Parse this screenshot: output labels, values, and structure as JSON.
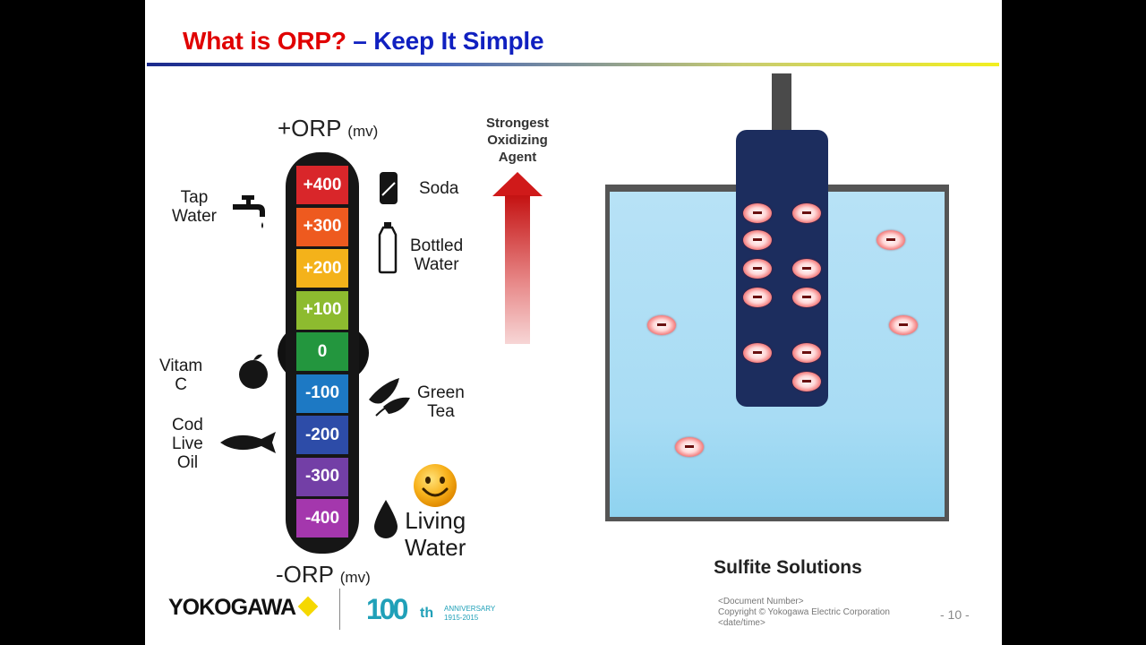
{
  "slide": {
    "title_red": "What is ORP?",
    "title_blue": " – Keep It Simple"
  },
  "scale": {
    "top_label": "+ORP",
    "top_unit": "(mv)",
    "bottom_label": "-ORP",
    "bottom_unit": "(mv)",
    "segments": [
      {
        "label": "+400",
        "color": "#d9262a"
      },
      {
        "label": "+300",
        "color": "#ee5a1f"
      },
      {
        "label": "+200",
        "color": "#f4b21a"
      },
      {
        "label": "+100",
        "color": "#8dbb2f"
      },
      {
        "label": "0",
        "color": "#23963e"
      },
      {
        "label": "-100",
        "color": "#1d79c4"
      },
      {
        "label": "-200",
        "color": "#2d4ca8"
      },
      {
        "label": "-300",
        "color": "#733fa6"
      },
      {
        "label": "-400",
        "color": "#a437ad"
      }
    ]
  },
  "labels": {
    "tap_water": [
      "Tap",
      "Water"
    ],
    "soda": [
      "Soda"
    ],
    "bottled_water": [
      "Bottled",
      "Water"
    ],
    "vitam_c": [
      "Vitam",
      "C"
    ],
    "green_tea": [
      "Green",
      "Tea"
    ],
    "cod_live_oil": [
      "Cod",
      "Live",
      "Oil"
    ],
    "living_water": [
      "Living",
      "Water"
    ]
  },
  "arrow": {
    "lines": [
      "Strongest",
      "Oxidizing",
      "Agent"
    ]
  },
  "diagram": {
    "caption": "Sulfite Solutions"
  },
  "footer": {
    "logo": "YOKOGAWA",
    "anniversary_number": "100",
    "anniversary_suffix": "th",
    "anniversary_word": "ANNIVERSARY",
    "anniversary_years": "1915-2015",
    "doc_lines": [
      "<Document Number>",
      "Copyright © Yokogawa Electric Corporation",
      "<date/time>"
    ],
    "page": "- 10 -"
  },
  "colors": {
    "title_red": "#e00000",
    "title_blue": "#1020c0",
    "probe": "#1c2d5e",
    "water": "#a8dcf4",
    "arrow": "#d01a1a"
  }
}
